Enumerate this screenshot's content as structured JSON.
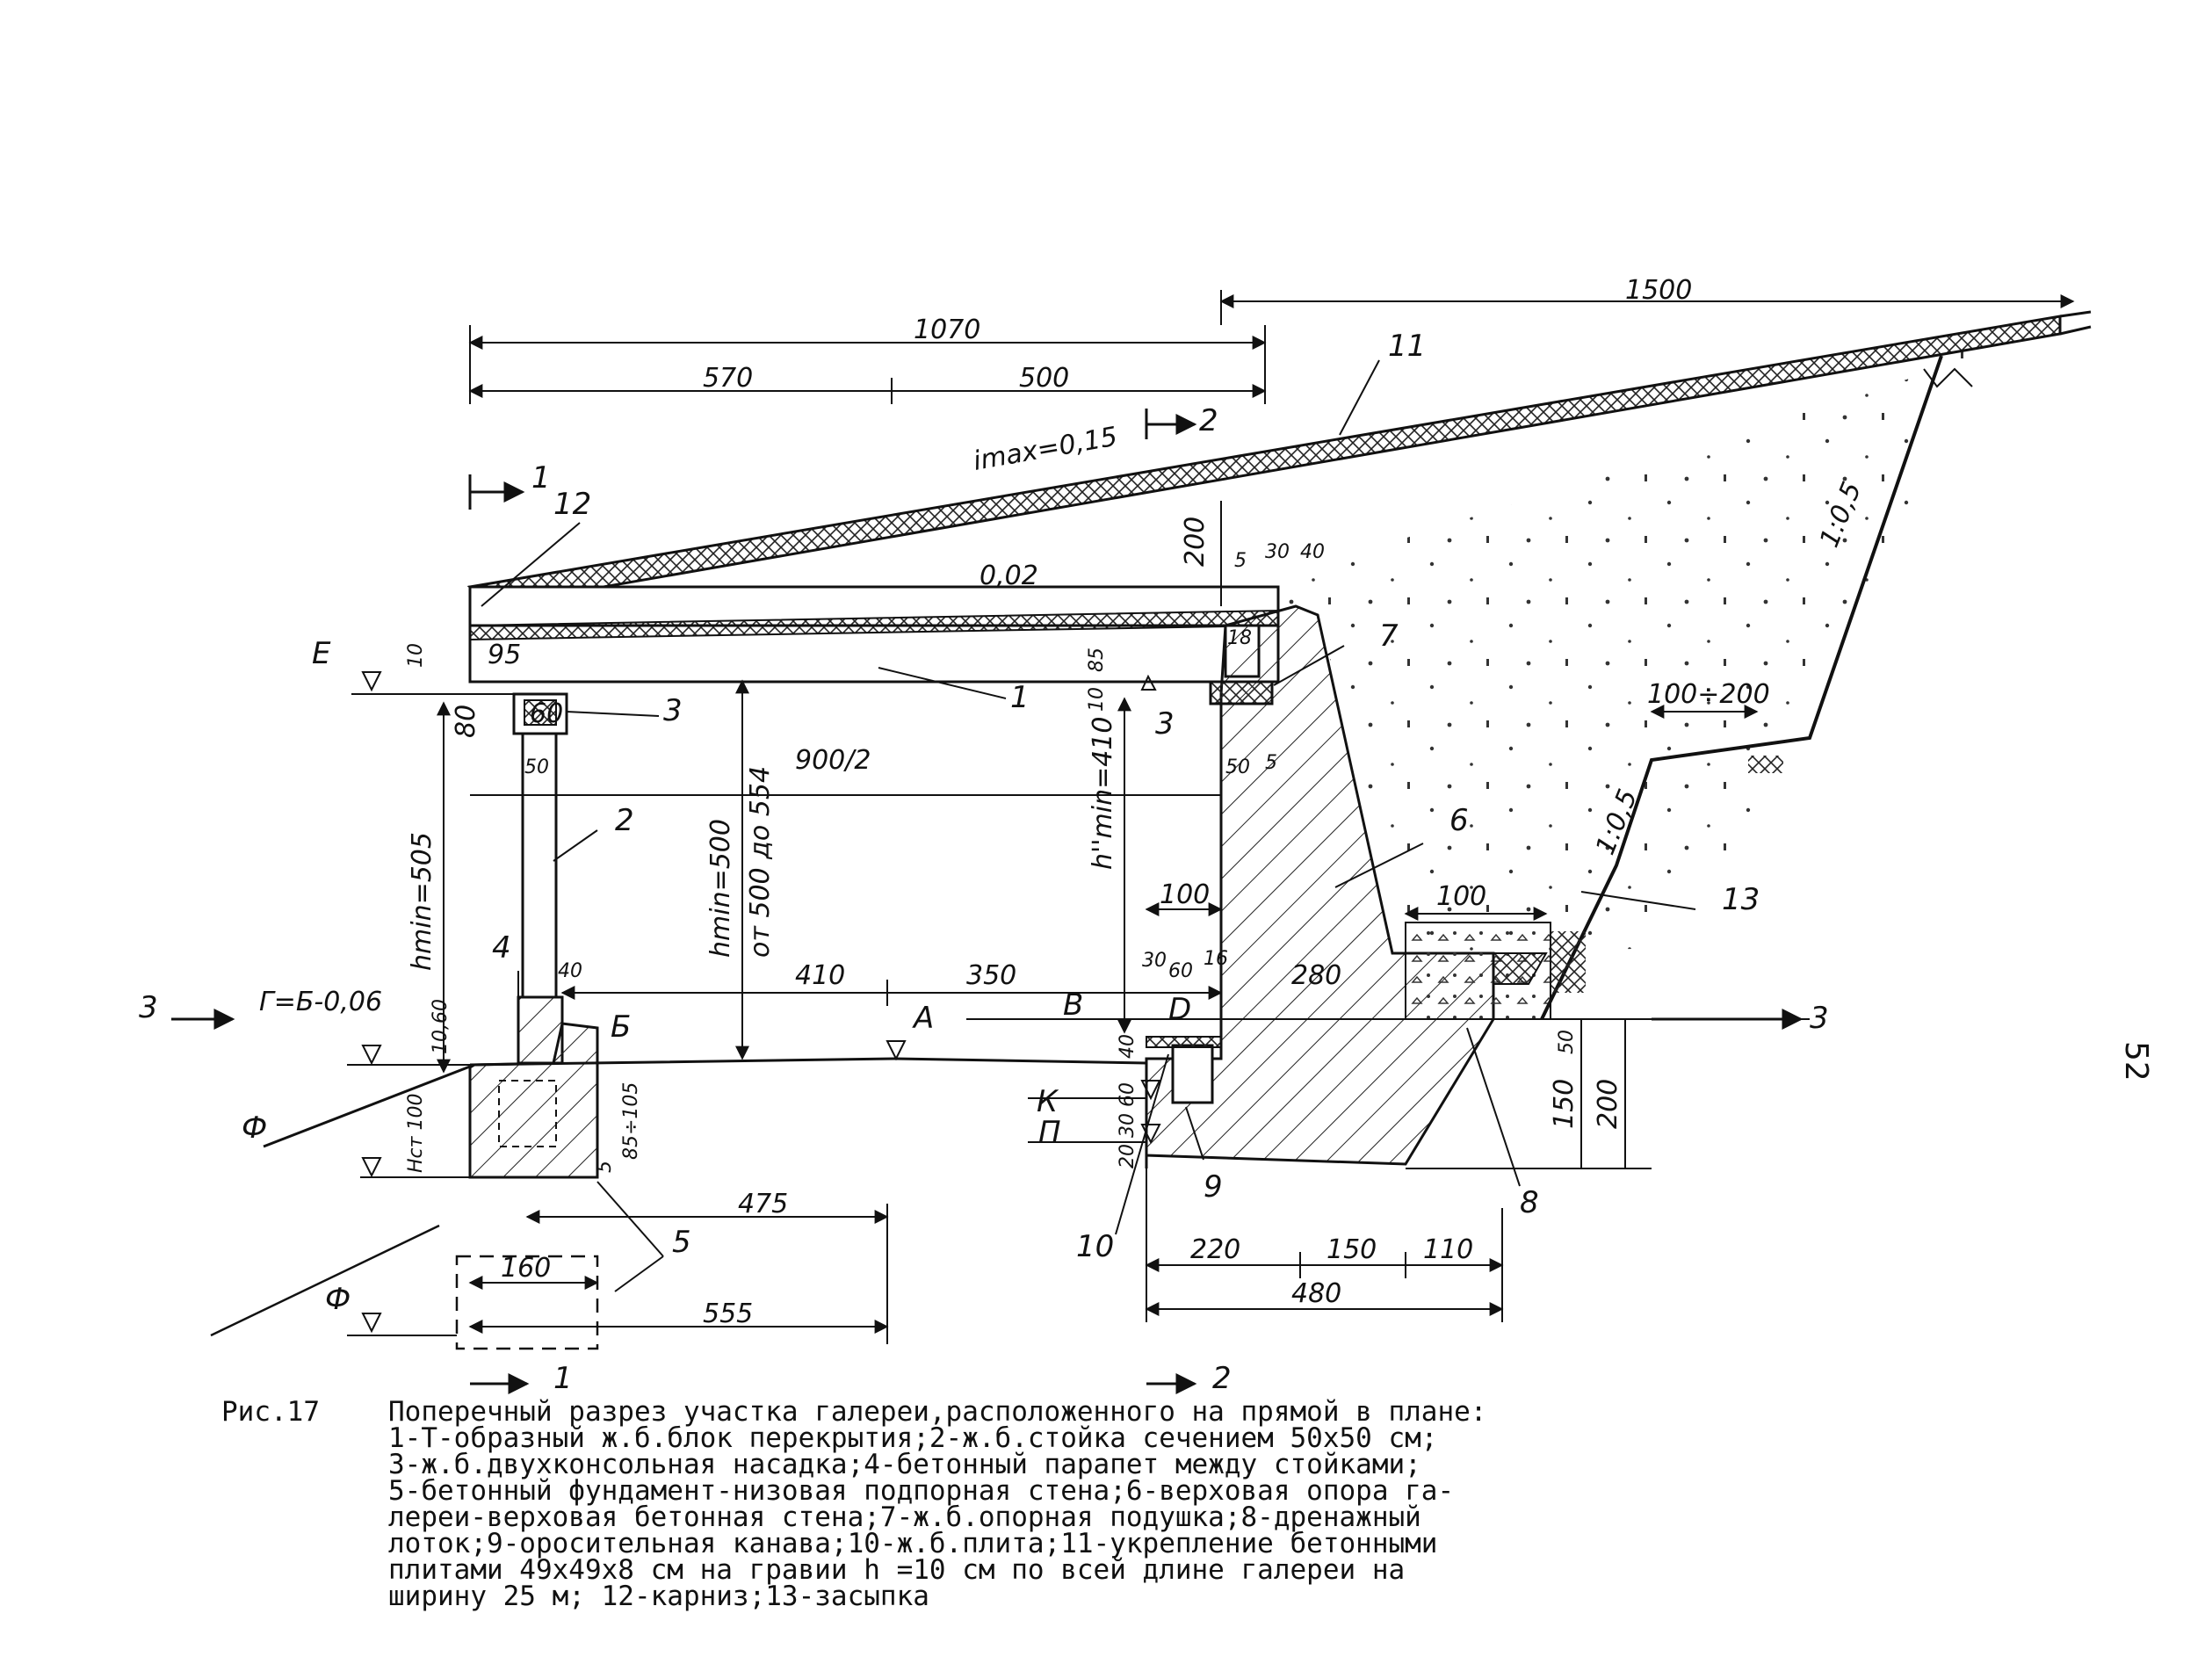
{
  "page_number": "52",
  "caption": {
    "fig_label": "Рис.17",
    "lines": [
      "Поперечный разрез участка галереи,расположенного на прямой в плане:",
      "1-Т-образный ж.б.блок перекрытия;2-ж.б.стойка сечением 50х50 см;",
      "3-ж.б.двухконсольная насадка;4-бетонный парапет между стойками;",
      "5-бетонный фундамент-низовая подпорная стена;6-верховая опора га-",
      "лереи-верховая бетонная стена;7-ж.б.опорная подушка;8-дренажный",
      "лоток;9-оросительная канава;10-ж.б.плита;11-укрепление бетонными",
      "плитами 49х49х8 см на гравии h =10 см по всей длине галереи на",
      "ширину 25 м; 12-карниз;13-засыпка"
    ]
  },
  "dimensions": {
    "d1500": "1500",
    "d1070": "1070",
    "d570": "570",
    "d500": "500",
    "slope": "imax=0,15",
    "d002": "0,02",
    "d200v": "200",
    "d5": "5",
    "d30": "30",
    "d40": "40",
    "d18": "18",
    "d95": "95",
    "d10a": "10",
    "d85": "85",
    "d10b": "10",
    "d80": "80",
    "d60a": "60",
    "d50a": "50",
    "d900": "900/2",
    "d50b": "50",
    "d5b": "5",
    "hmin505": "hmin=505",
    "hmin500": "hmin=500",
    "ot500": "от 500 до 554",
    "hmin410": "h''min=410",
    "d100a": "100",
    "d100b": "100",
    "d100_200": "100÷200",
    "slope1": "1:0,5",
    "slope2": "1:0,5",
    "d410": "410",
    "d350": "350",
    "d280": "280",
    "d40b": "40",
    "d30b": "30",
    "d60b": "60",
    "d16": "16",
    "d1060": "10,60",
    "gb": "Г=Б-0,06",
    "hst": "Hст 100",
    "d85_105": "85÷105",
    "d5c": "5",
    "d40c": "40",
    "d60c": "60",
    "d2030": "20 30",
    "d50c": "50",
    "d150v": "150",
    "d200vb": "200",
    "d475": "475",
    "d160": "160",
    "d555": "555",
    "d220": "220",
    "d150": "150",
    "d110": "110",
    "d480": "480"
  },
  "labels": {
    "n1": "1",
    "n2": "2",
    "n3": "3",
    "n4": "4",
    "n5": "5",
    "n6": "6",
    "n7": "7",
    "n8": "8",
    "n9": "9",
    "n10": "10",
    "n11": "11",
    "n12": "12",
    "n13": "13",
    "E": "Е",
    "B": "Б",
    "A": "А",
    "V": "В",
    "D": "D",
    "K": "К",
    "P": "П",
    "F1": "Ф",
    "F2": "Ф",
    "sec1_top": "1",
    "sec1_bot": "1",
    "sec2_top": "2",
    "sec2_bot": "2",
    "sec3_left": "3",
    "sec3_right": "3",
    "tri3": "3"
  }
}
